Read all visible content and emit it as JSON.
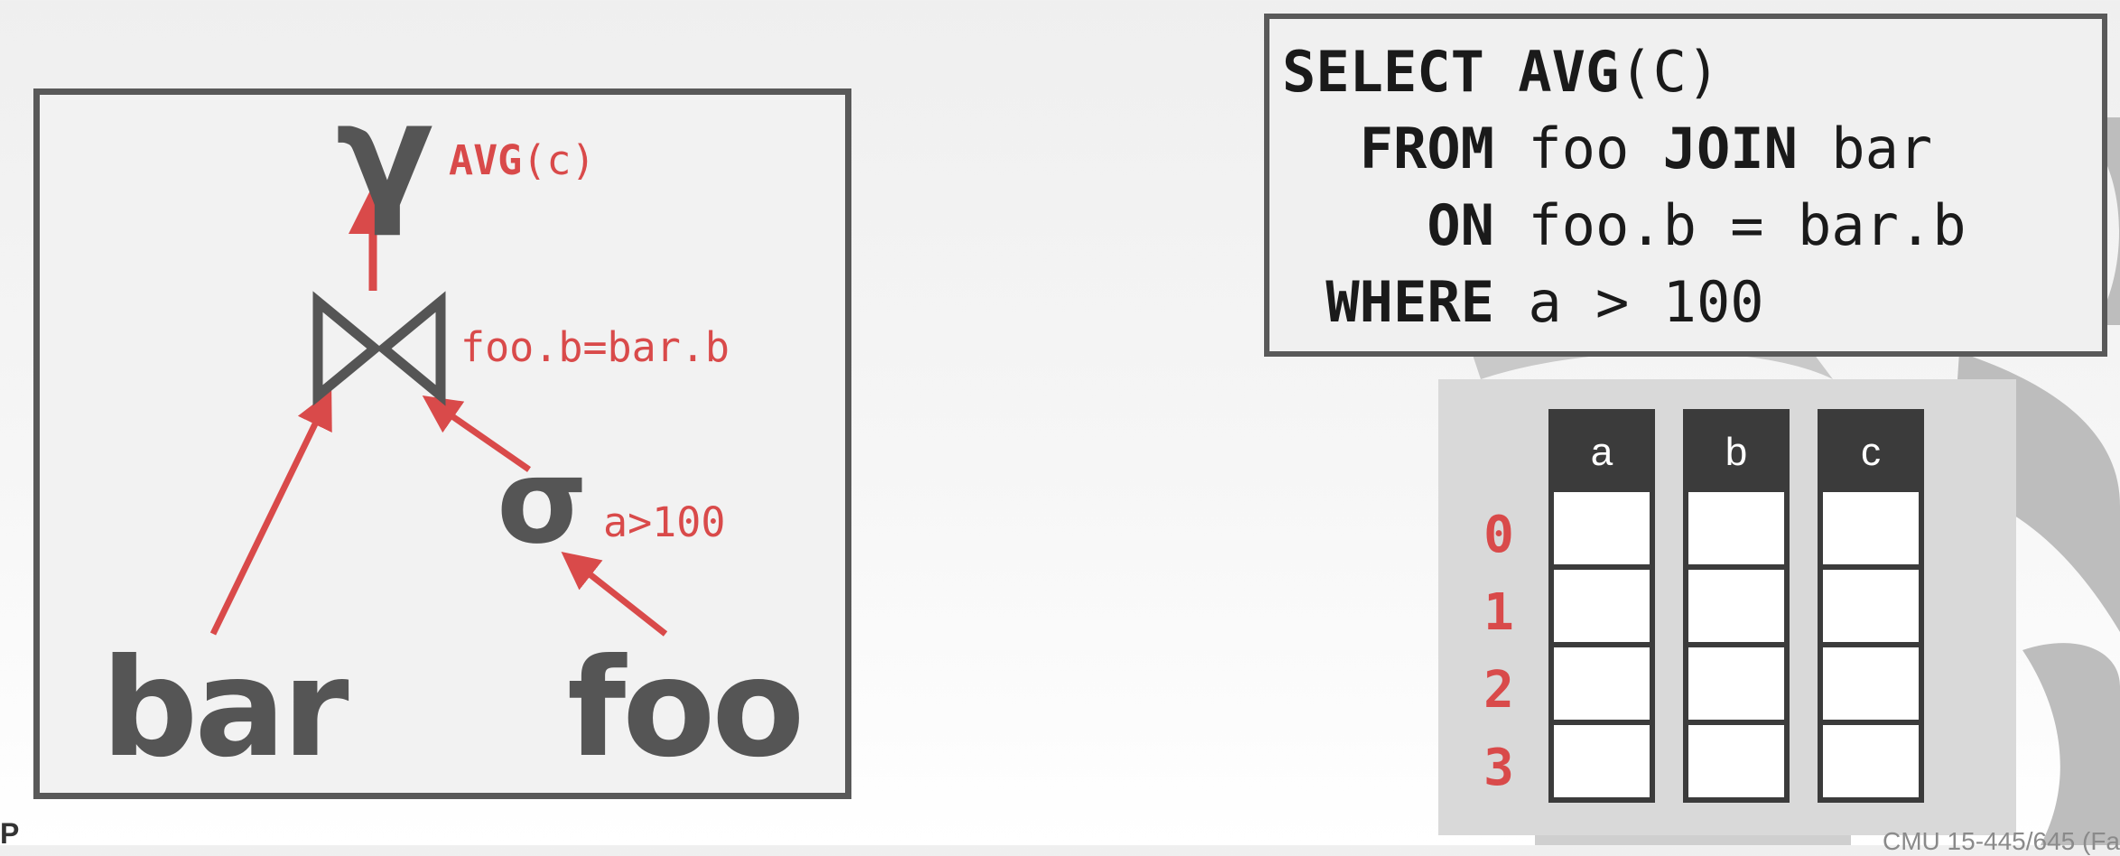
{
  "plan": {
    "relations": {
      "left": "bar",
      "right": "foo"
    },
    "operators": {
      "aggregate": {
        "symbol": "γ",
        "func": "AVG",
        "arg": "(c)"
      },
      "join": {
        "symbol": "⋈",
        "condition": "foo.b=bar.b"
      },
      "select": {
        "symbol": "σ",
        "predicate": "a>100"
      }
    }
  },
  "sql": {
    "lines": [
      {
        "keyword": "SELECT",
        "rest_bold": "AVG",
        "rest": "(C)"
      },
      {
        "keyword": "FROM",
        "rest": "foo ",
        "rest_bold": "JOIN",
        "rest2": " bar"
      },
      {
        "keyword": "ON",
        "rest": "foo.b = bar.b"
      },
      {
        "keyword": "WHERE",
        "rest": "a > 100"
      }
    ]
  },
  "table": {
    "columns": [
      "a",
      "b",
      "c"
    ],
    "row_indices": [
      "0",
      "1",
      "2",
      "3"
    ]
  },
  "footer": {
    "left": "P",
    "right": "CMU 15-445/645 (Fa"
  },
  "colors": {
    "accent": "#d94a4a",
    "operator": "#555555",
    "border": "#595959"
  }
}
